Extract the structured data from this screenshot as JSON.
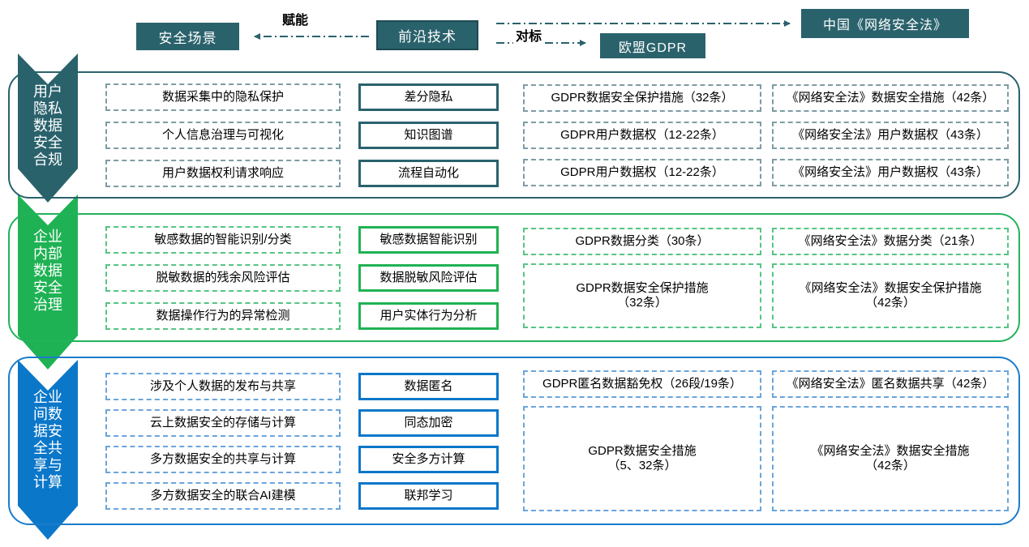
{
  "header": {
    "scenario": "安全场景",
    "technology": "前沿技术",
    "gdpr": "欧盟GDPR",
    "china_law": "中国《网络安全法》",
    "empower": "赋能",
    "benchmark": "对标"
  },
  "colors": {
    "teal": "#2A626C",
    "green": "#1FB254",
    "blue": "#0B77C9",
    "teal_dashed": "#7E9CA4",
    "green_dashed": "#55C583",
    "blue_dashed": "#6AA5DC"
  },
  "rows": [
    {
      "banner": "用户隐私数据安全合规",
      "banner_lines": "用户\n隐私\n数据\n安全\n合规",
      "scenarios": [
        "数据采集中的隐私保护",
        "个人信息治理与可视化",
        "用户数据权利请求响应"
      ],
      "technologies": [
        "差分隐私",
        "知识图谱",
        "流程自动化"
      ],
      "gdpr": [
        "GDPR数据安全保护措施（32条）",
        "GDPR用户数据权（12-22条）",
        "GDPR用户数据权（12-22条）"
      ],
      "china": [
        "《网络安全法》数据安全措施（42条）",
        "《网络安全法》用户数据权（43条）",
        "《网络安全法》用户数据权（43条）"
      ]
    },
    {
      "banner": "企业内部数据安全治理",
      "banner_lines": "企业\n内部\n数据\n安全\n治理",
      "scenarios": [
        "敏感数据的智能识别/分类",
        "脱敏数据的残余风险评估",
        "数据操作行为的异常检测"
      ],
      "technologies": [
        "敏感数据智能识别",
        "数据脱敏风险评估",
        "用户实体行为分析"
      ],
      "gdpr": [
        "GDPR数据分类（30条）",
        "GDPR数据安全保护措施\n（32条）"
      ],
      "china": [
        "《网络安全法》数据分类（21条）",
        "《网络安全法》数据安全保护措施\n（42条）"
      ]
    },
    {
      "banner": "企业间数据安全共享与计算",
      "banner_lines": "企业\n间数\n据安\n全共\n享与\n计算",
      "scenarios": [
        "涉及个人数据的发布与共享",
        "云上数据安全的存储与计算",
        "多方数据安全的共享与计算",
        "多方数据安全的联合AI建模"
      ],
      "technologies": [
        "数据匿名",
        "同态加密",
        "安全多方计算",
        "联邦学习"
      ],
      "gdpr": [
        "GDPR匿名数据豁免权（26段/19条）",
        "GDPR数据安全措施\n（5、32条）"
      ],
      "china": [
        "《网络安全法》匿名数据共享（42条）",
        "《网络安全法》数据安全措施\n（42条）"
      ]
    }
  ]
}
